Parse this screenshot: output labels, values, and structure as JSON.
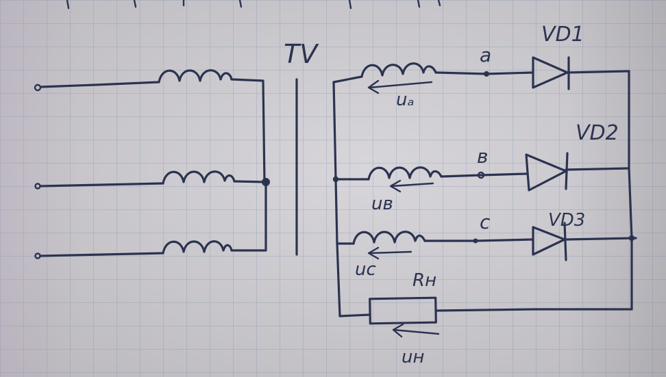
{
  "diagram": {
    "labels": {
      "transformer": "TV",
      "vd1": "VD1",
      "vd2": "VD2",
      "vd3": "VD3",
      "node_a": "a",
      "node_b": "в",
      "node_c": "c",
      "ua": "uₐ",
      "ub": "uв",
      "uc": "uc",
      "rh": "Rн",
      "un": "uн"
    }
  }
}
